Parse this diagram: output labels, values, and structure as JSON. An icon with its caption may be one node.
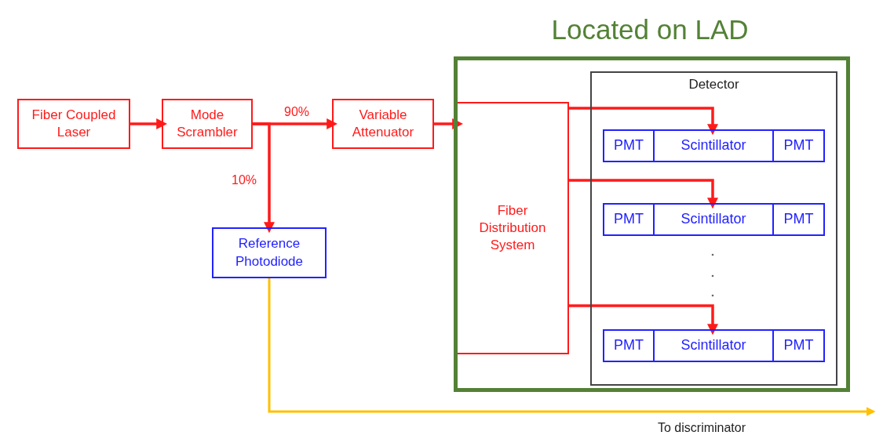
{
  "diagram": {
    "nodes": [
      {
        "text": [
          "Located on LAD"
        ]
      },
      {
        "text": [
          "Fiber Coupled Laser"
        ]
      },
      {
        "text": [
          "Mode Scrambler"
        ]
      },
      {
        "text": [
          "Variable Attenuator"
        ]
      },
      {
        "text": [
          "Reference Photodiode"
        ]
      },
      {
        "text": [
          "Fiber Distribution System"
        ],
        "in": 0
      },
      {
        "text": [
          "Detector"
        ],
        "in": 0
      },
      {
        "text": [
          "PMT"
        ],
        "in": 6
      },
      {
        "text": [
          "Scintillator"
        ],
        "in": 6
      },
      {
        "text": [
          "PMT"
        ],
        "in": 6
      },
      {
        "text": [
          "PMT"
        ],
        "in": 6
      },
      {
        "text": [
          "Scintillator"
        ],
        "in": 6
      },
      {
        "text": [
          "PMT"
        ],
        "in": 6
      },
      {
        "text": [
          "PMT"
        ],
        "in": 6
      },
      {
        "text": [
          "Scintillator"
        ],
        "in": 6
      },
      {
        "text": [
          "PMT"
        ],
        "in": 6
      }
    ],
    "edges": [
      {
        "from": 1,
        "to": 2,
        "arrow": "to"
      },
      {
        "from": 2,
        "to": 3,
        "arrow": "to",
        "label": "90%"
      },
      {
        "from": 2,
        "to": 4,
        "arrow": "to",
        "label": "10%"
      },
      {
        "from": 3,
        "to": 5,
        "arrow": "to"
      },
      {
        "from": 5,
        "to": 8,
        "arrow": "to"
      },
      {
        "from": 5,
        "to": 11,
        "arrow": "to"
      },
      {
        "from": 5,
        "to": 14,
        "arrow": "to"
      },
      {
        "from": 4,
        "to": null,
        "arrow": "to",
        "label": "To discriminator",
        "color": "#ffc000"
      }
    ]
  }
}
